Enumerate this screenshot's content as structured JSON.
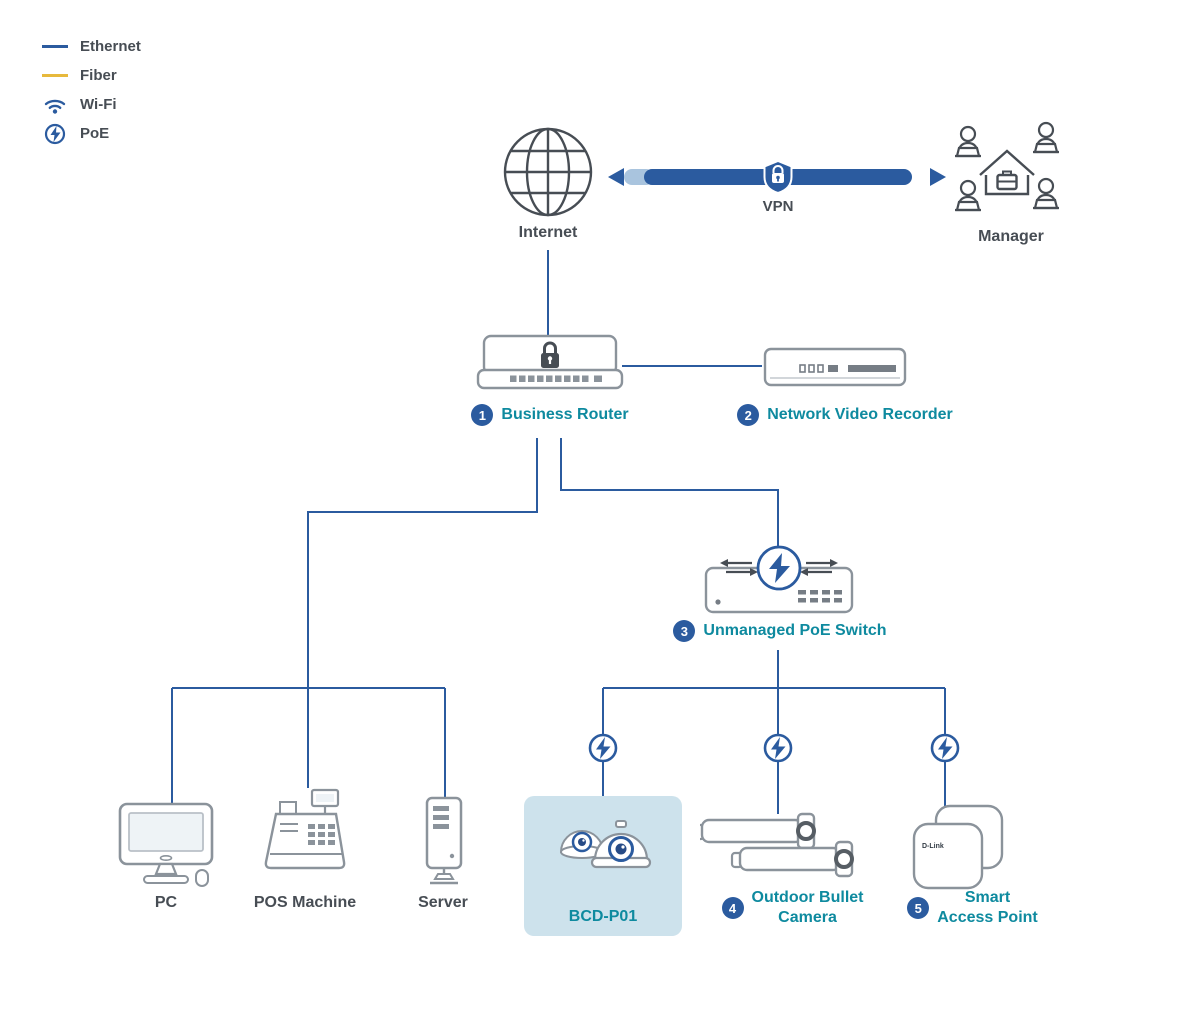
{
  "colors": {
    "line_blue": "#2b5b9f",
    "fiber_gold": "#e7b93c",
    "teal": "#0e8a9f",
    "device_gray": "#8b939b",
    "dark": "#474d54",
    "highlight_card": "#cde2ec",
    "vpn_light_segment": "#a9c4de"
  },
  "legend": {
    "items": [
      {
        "label": "Ethernet"
      },
      {
        "label": "Fiber"
      },
      {
        "label": "Wi-Fi"
      },
      {
        "label": "PoE"
      }
    ]
  },
  "nodes": {
    "internet": {
      "label": "Internet"
    },
    "vpn": {
      "label": "VPN"
    },
    "manager": {
      "label": "Manager"
    },
    "router": {
      "num": "1",
      "label": "Business Router"
    },
    "nvr": {
      "num": "2",
      "label": "Network Video Recorder"
    },
    "switch": {
      "num": "3",
      "label": "Unmanaged PoE Switch"
    },
    "pc": {
      "label": "PC"
    },
    "pos": {
      "label": "POS Machine"
    },
    "server": {
      "label": "Server"
    },
    "bcd": {
      "label": "BCD-P01"
    },
    "bullet": {
      "num": "4",
      "line1": "Outdoor Bullet",
      "line2": "Camera"
    },
    "ap": {
      "num": "5",
      "line1": "Smart",
      "line2": "Access Point",
      "logo": "D-Link"
    }
  }
}
